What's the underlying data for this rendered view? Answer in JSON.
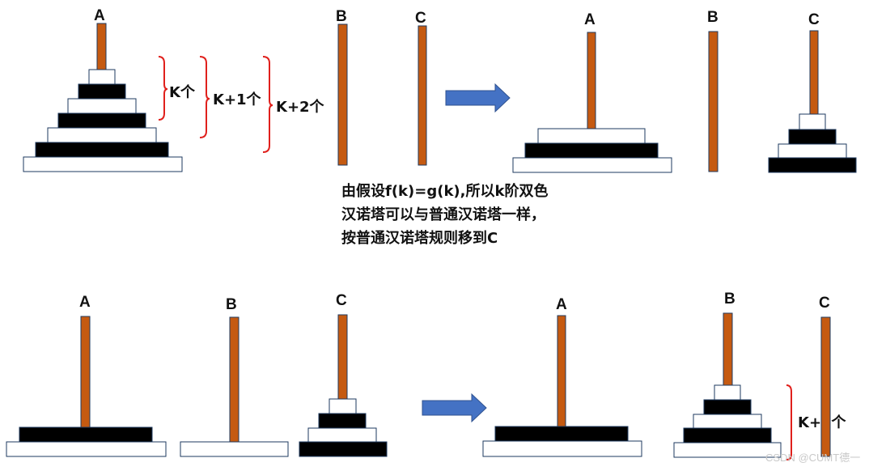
{
  "peg_labels": {
    "a": "A",
    "b": "B",
    "c": "C"
  },
  "brace_labels": {
    "k": "K个",
    "k_plus_1": "K+1个",
    "k_plus_2": "K+2个"
  },
  "note_lines": [
    "由假设f(k)=g(k),所以k阶双色",
    "汉诺塔可以与普通汉诺塔一样，",
    "按普通汉诺塔规则移到C"
  ],
  "watermark": "CSDN @CUMT德一",
  "colors": {
    "peg": "#c55a11",
    "peg_outline": "#1e3a5f",
    "disk_black": "#000000",
    "disk_white": "#ffffff",
    "disk_outline": "#1e3a5f",
    "arrow": "#4472c4",
    "brace": "#e0201c"
  }
}
